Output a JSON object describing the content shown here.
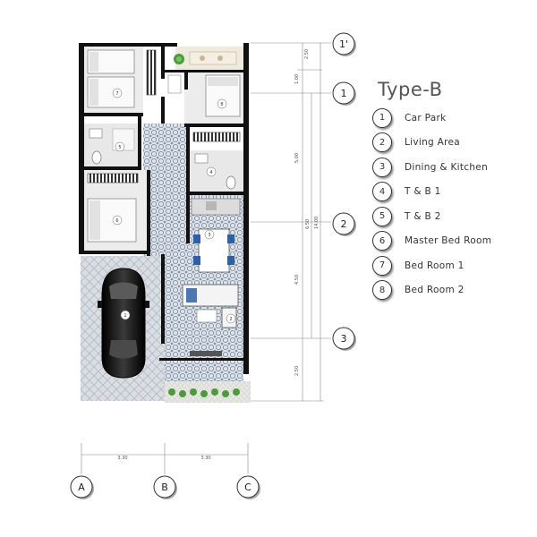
{
  "legend": {
    "title": "Type-B",
    "items": [
      {
        "num": "1",
        "label": "Car Park"
      },
      {
        "num": "2",
        "label": "Living Area"
      },
      {
        "num": "3",
        "label": "Dining & Kitchen"
      },
      {
        "num": "4",
        "label": "T & B 1"
      },
      {
        "num": "5",
        "label": "T & B 2"
      },
      {
        "num": "6",
        "label": "Master Bed Room"
      },
      {
        "num": "7",
        "label": "Bed Room 1"
      },
      {
        "num": "8",
        "label": "Bed Room 2"
      }
    ]
  },
  "grid": {
    "rows": [
      "1'",
      "1",
      "2",
      "3"
    ],
    "cols": [
      "A",
      "B",
      "C"
    ]
  },
  "dimensions": {
    "right_inner": [
      "2.50",
      "1.00",
      "5.00",
      "4.50",
      "2.50"
    ],
    "right_mid": "6.50",
    "right_total": "14.00",
    "bottom": [
      "3.30",
      "3.30"
    ]
  },
  "room_tags": {
    "car_park": "1",
    "living": "2",
    "dining": "3",
    "tb1": "4",
    "tb2": "5",
    "master": "6",
    "bed1": "7",
    "bed2": "8"
  },
  "colors": {
    "wall": "#111111",
    "tile": "#a9b8c6",
    "floor": "#e7e7e7",
    "car": "#1c1c1c",
    "chair": "#2f5fa6",
    "plant": "#4c9a3b"
  }
}
